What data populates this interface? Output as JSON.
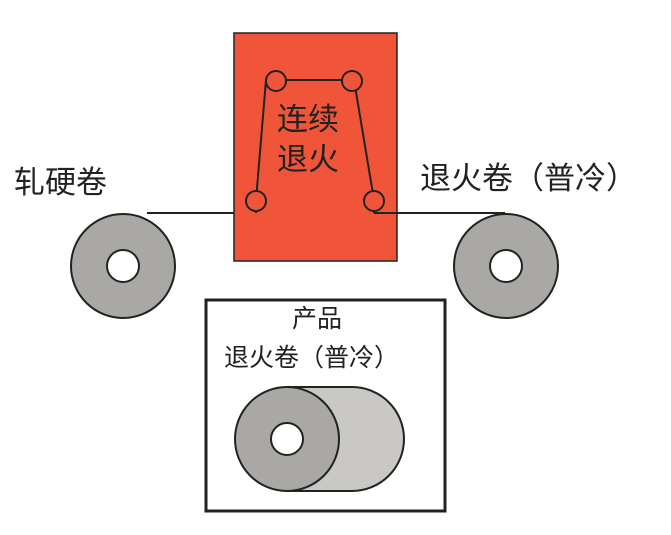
{
  "labels": {
    "hard_coil": "轧硬卷",
    "furnace_line1": "连续",
    "furnace_line2": "退火",
    "annealed_coil": "退火卷（普冷）",
    "product_line1": "产品",
    "product_line2": "退火卷（普冷）"
  },
  "colors": {
    "furnace_fill": "#f0553a",
    "coil_fill": "#a9a8a5",
    "coil_back_fill": "#c9c8c5",
    "outline": "#222222",
    "background": "#ffffff"
  }
}
